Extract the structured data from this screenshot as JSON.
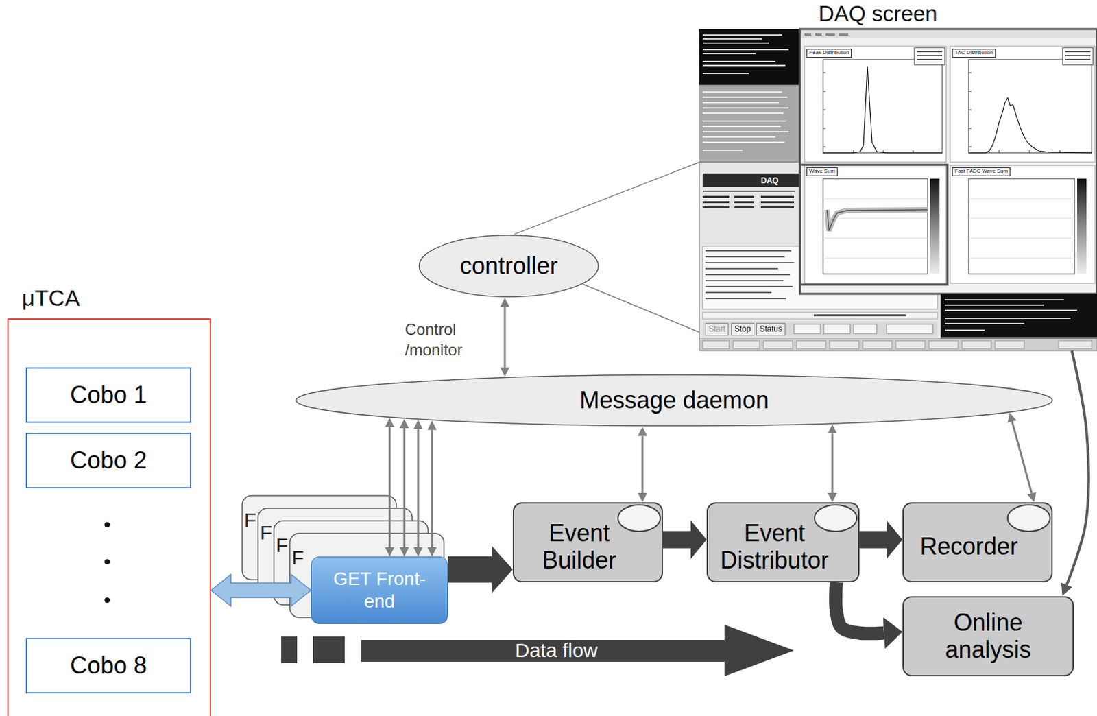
{
  "diagram": {
    "nodes": [
      {
        "text": [
          "μTCA"
        ]
      },
      {
        "text": [
          "Cobo 1"
        ],
        "in": 0
      },
      {
        "text": [
          "Cobo 2"
        ],
        "in": 0
      },
      {
        "text": [
          "Cobo 8"
        ],
        "in": 0
      },
      {
        "text": [
          "controller"
        ]
      },
      {
        "text": [
          "DAQ screen"
        ]
      },
      {
        "text": [
          "Message daemon"
        ]
      },
      {
        "text": [
          "GET Front-end"
        ]
      },
      {
        "text": [
          "Event Builder"
        ]
      },
      {
        "text": [
          "Event Distributor"
        ]
      },
      {
        "text": [
          "Recorder"
        ]
      },
      {
        "text": [
          "Online analysis"
        ]
      }
    ],
    "edges": [
      {
        "from": 4,
        "to": 6,
        "arrow": "both",
        "label": "Control /monitor"
      },
      {
        "from": 4,
        "to": 5,
        "arrow": "none"
      },
      {
        "from": 6,
        "to": 7,
        "arrow": "both"
      },
      {
        "from": 6,
        "to": 7,
        "arrow": "both"
      },
      {
        "from": 6,
        "to": 7,
        "arrow": "both"
      },
      {
        "from": 6,
        "to": 7,
        "arrow": "both"
      },
      {
        "from": 6,
        "to": 8,
        "arrow": "both"
      },
      {
        "from": 6,
        "to": 9,
        "arrow": "both"
      },
      {
        "from": 6,
        "to": 10,
        "arrow": "both"
      },
      {
        "from": 0,
        "to": 7,
        "arrow": "both"
      },
      {
        "from": 7,
        "to": 8,
        "arrow": "to"
      },
      {
        "from": 8,
        "to": 9,
        "arrow": "to"
      },
      {
        "from": 9,
        "to": 10,
        "arrow": "to"
      },
      {
        "from": 9,
        "to": 11,
        "arrow": "to"
      },
      {
        "from": 5,
        "to": 11,
        "arrow": "to"
      }
    ],
    "labels": [
      "F",
      "F",
      "F",
      "F",
      "Data flow",
      "DAQ",
      "Peak Distribution",
      "TAC Distribution",
      "Wave Sum",
      "Fast FADC Wave Sum",
      "Start",
      "Stop",
      "Status"
    ]
  }
}
